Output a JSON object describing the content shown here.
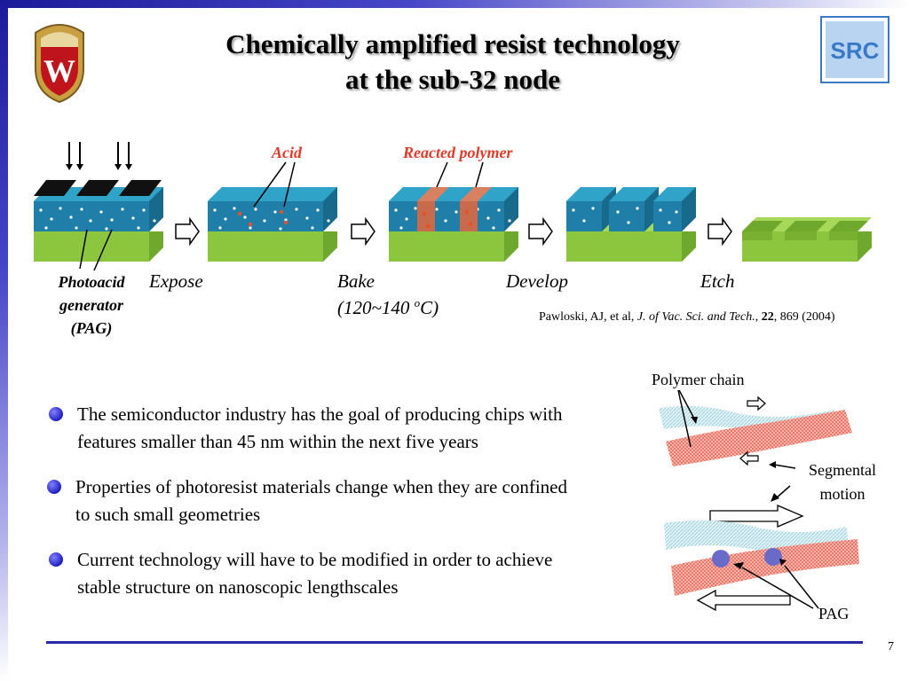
{
  "title": {
    "line1": "Chemically amplified resist technology",
    "line2": "at the sub-32 node"
  },
  "logos": {
    "left_letter": "W",
    "right_text": "SRC"
  },
  "process": {
    "steps": [
      "Expose",
      "Bake",
      "Develop",
      "Etch"
    ],
    "bake_temp_prefix": "(120~140 ",
    "bake_temp_sup": "o",
    "bake_temp_suffix": "C)",
    "labels": {
      "acid": "Acid",
      "reacted_polymer": "Reacted polymer",
      "pag_line1": "Photoacid",
      "pag_line2": "generator",
      "pag_line3": "(PAG)"
    }
  },
  "citation": {
    "authors": "Pawloski, AJ, et al, ",
    "journal": "J. of Vac. Sci. and Tech.",
    "sep": ", ",
    "volume": "22",
    "rest": ", 869 (2004)"
  },
  "bullets": [
    "The semiconductor industry has the goal of producing chips with features smaller than 45 nm within the next five years",
    "Properties of photoresist materials change when they are confined to such small geometries",
    "Current technology will have to be modified in order to achieve stable structure on nanoscopic lengthscales"
  ],
  "side_diagram": {
    "polymer_chain": "Polymer chain",
    "segmental_line1": "Segmental",
    "segmental_line2": "motion",
    "pag": "PAG"
  },
  "page_number": "7",
  "colors": {
    "resist_front": "#1f7fa8",
    "resist_top": "#2fa3c8",
    "substrate_front": "#8cc63e",
    "substrate_top": "#a8d85a",
    "reacted": "#c86a4c",
    "label_red": "#e03a2a",
    "bar_blue": "#2a2aa8"
  }
}
